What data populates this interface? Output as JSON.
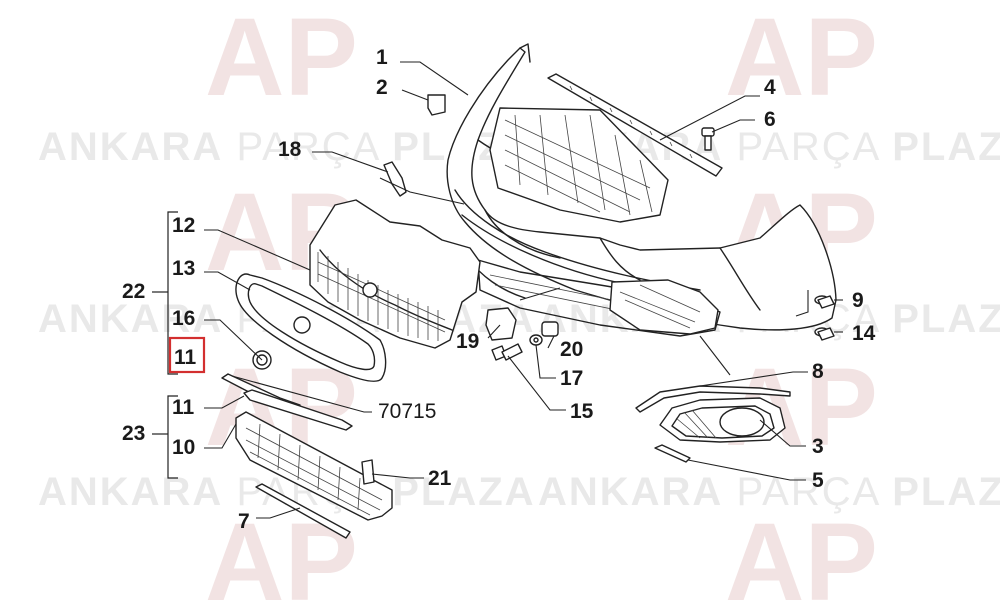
{
  "watermark": {
    "brand_bold_1": "ANKARA",
    "brand_light": "PARÇA",
    "brand_bold_2": "PLAZA",
    "logo_text": "AP"
  },
  "callouts": {
    "c1": "1",
    "c2": "2",
    "c3": "3",
    "c4": "4",
    "c5": "5",
    "c6": "6",
    "c7": "7",
    "c8": "8",
    "c9": "9",
    "c10": "10",
    "c11_upper": "11",
    "c11_lower": "11",
    "c12": "12",
    "c13": "13",
    "c14": "14",
    "c15": "15",
    "c16": "16",
    "c17": "17",
    "c18": "18",
    "c19": "19",
    "c20": "20",
    "c21": "21",
    "c22": "22",
    "c23": "23",
    "ref": "70715"
  },
  "colors": {
    "highlight": "#d32f2f",
    "line": "#222222",
    "watermark_text": "#e9e9e9",
    "watermark_logo": "#f2e3e3"
  }
}
